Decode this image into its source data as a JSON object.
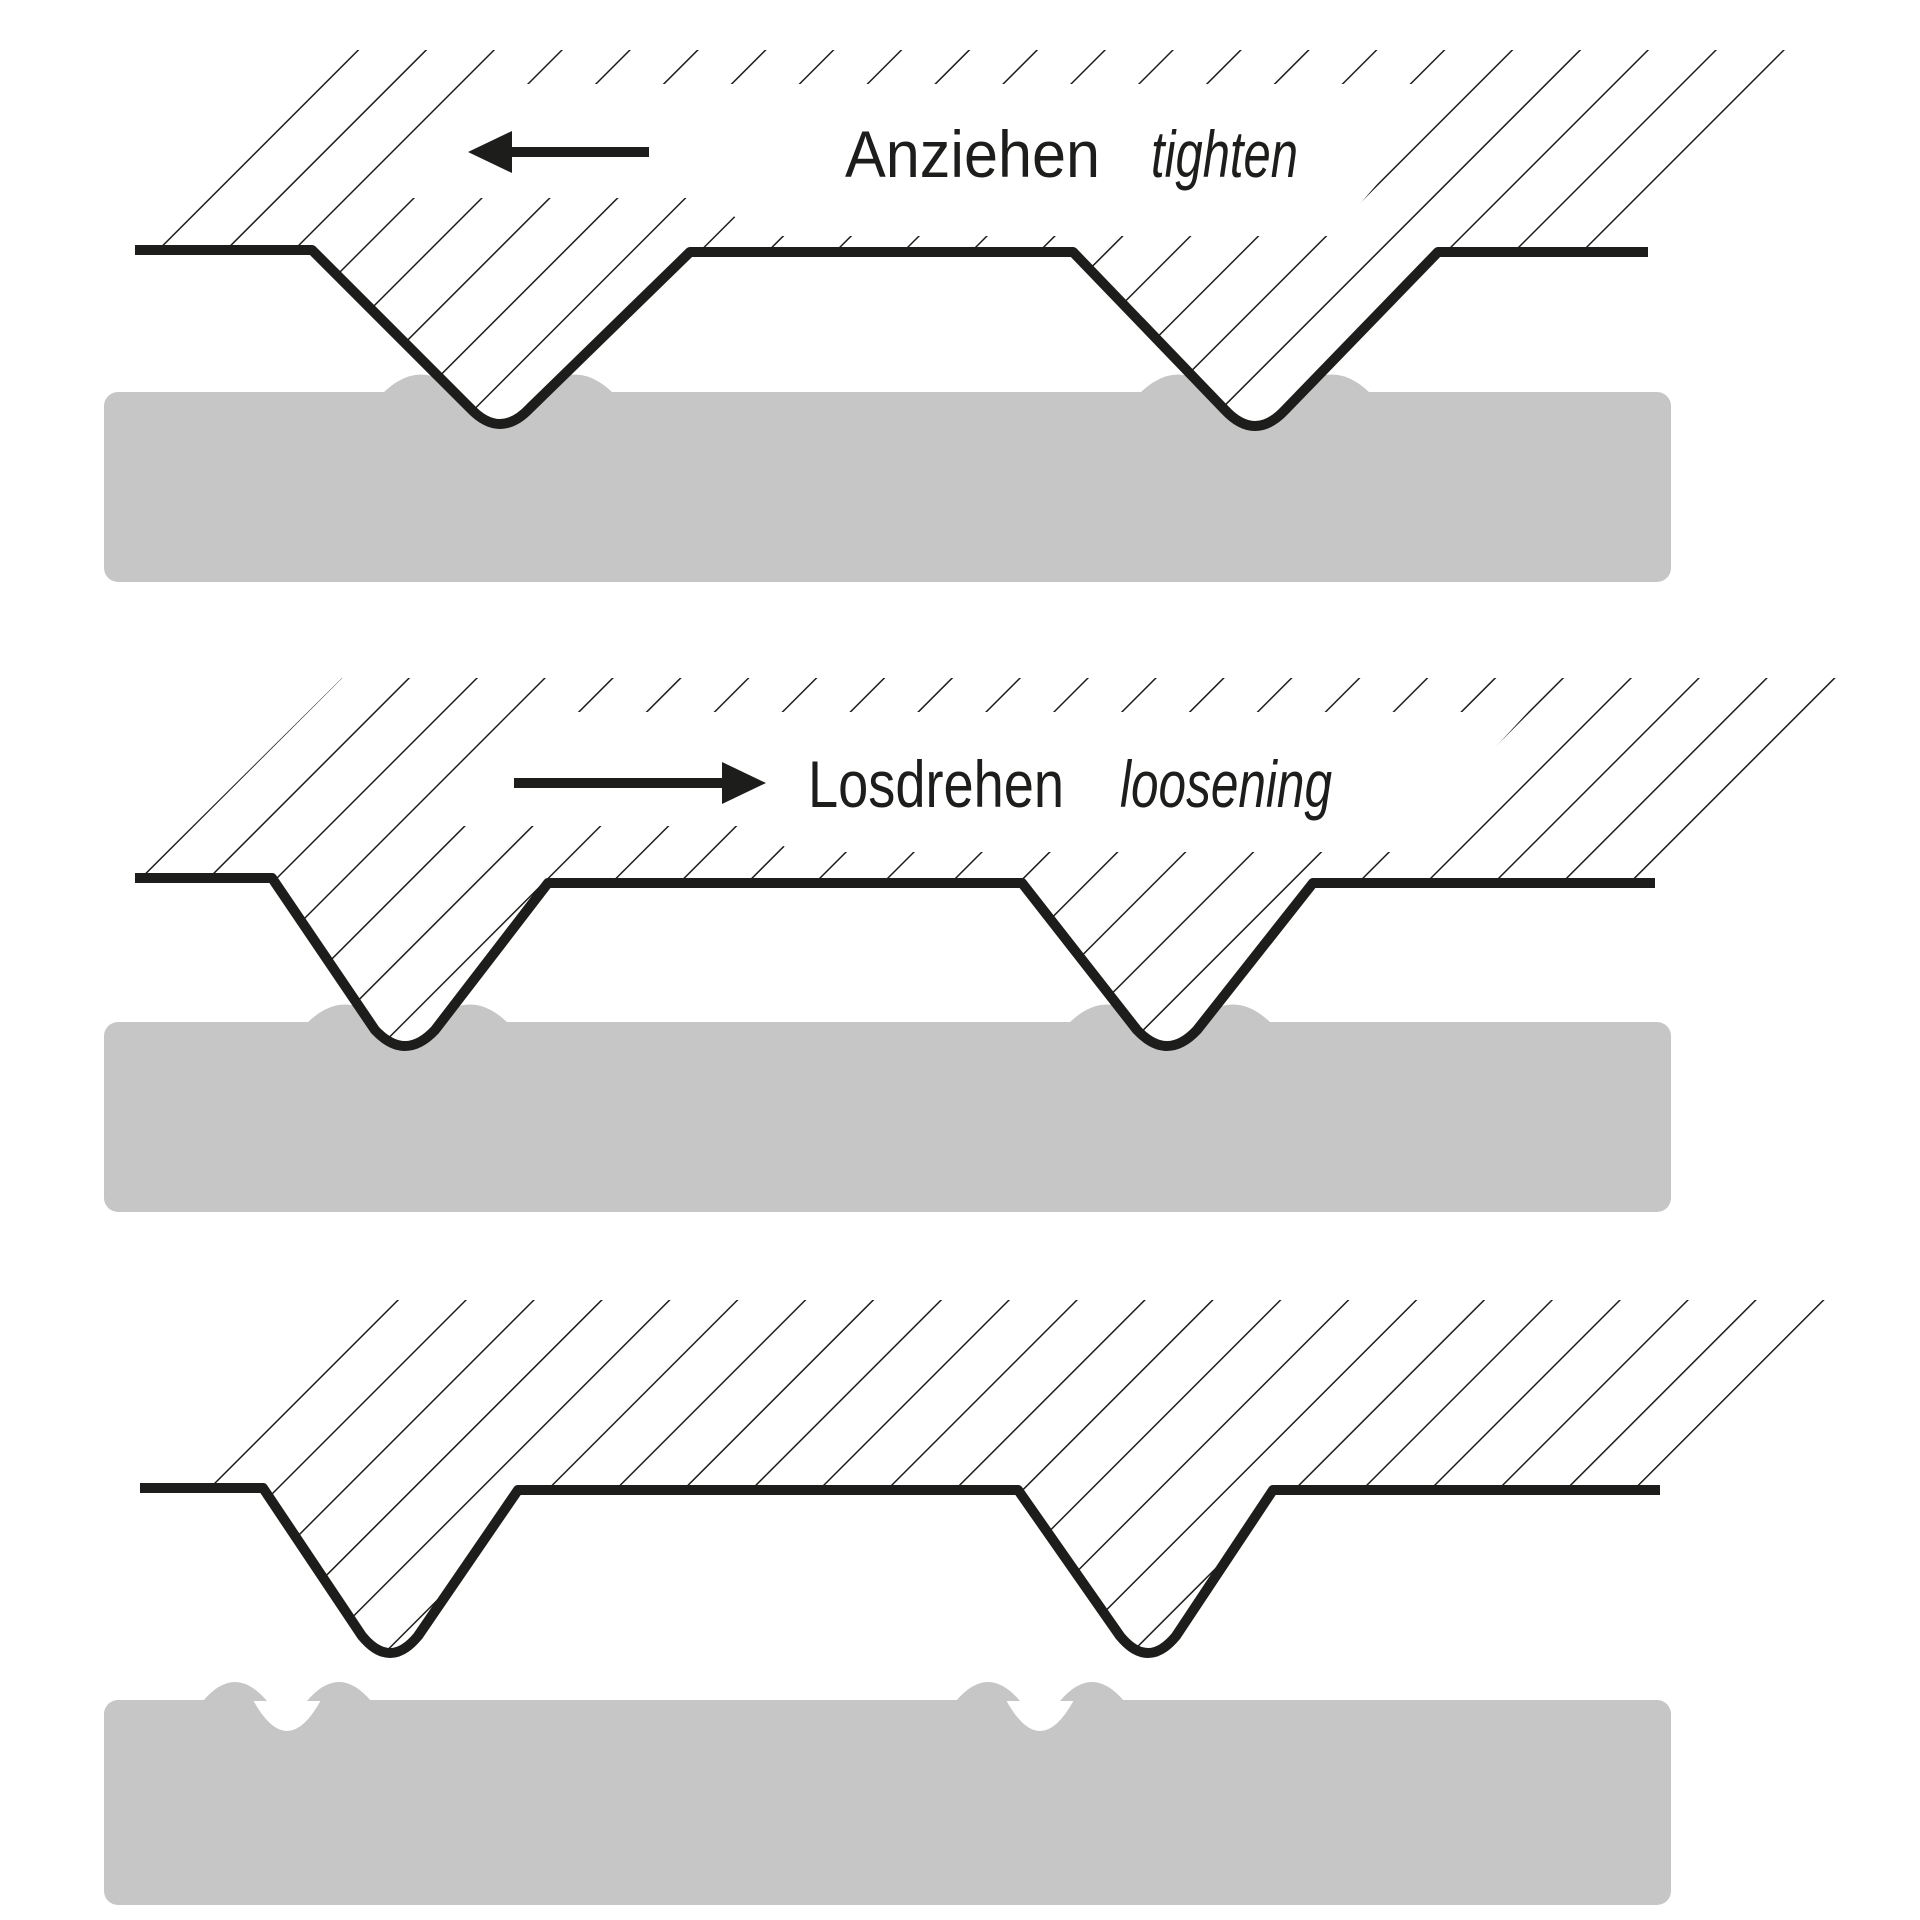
{
  "diagram": {
    "subject": "serrated-bearing-surface-cross-sections",
    "panels": [
      {
        "id": "tighten",
        "arrow_direction": "left",
        "label_de": "Anziehen",
        "label_en": "tighten"
      },
      {
        "id": "loosening",
        "arrow_direction": "right",
        "label_de": "Losdrehen",
        "label_en": "loosening"
      },
      {
        "id": "released",
        "arrow_direction": "none",
        "label_de": "",
        "label_en": ""
      }
    ],
    "colors": {
      "ink": "#1d1d1b",
      "plate_gray": "#c6c6c6",
      "background": "#ffffff"
    }
  }
}
